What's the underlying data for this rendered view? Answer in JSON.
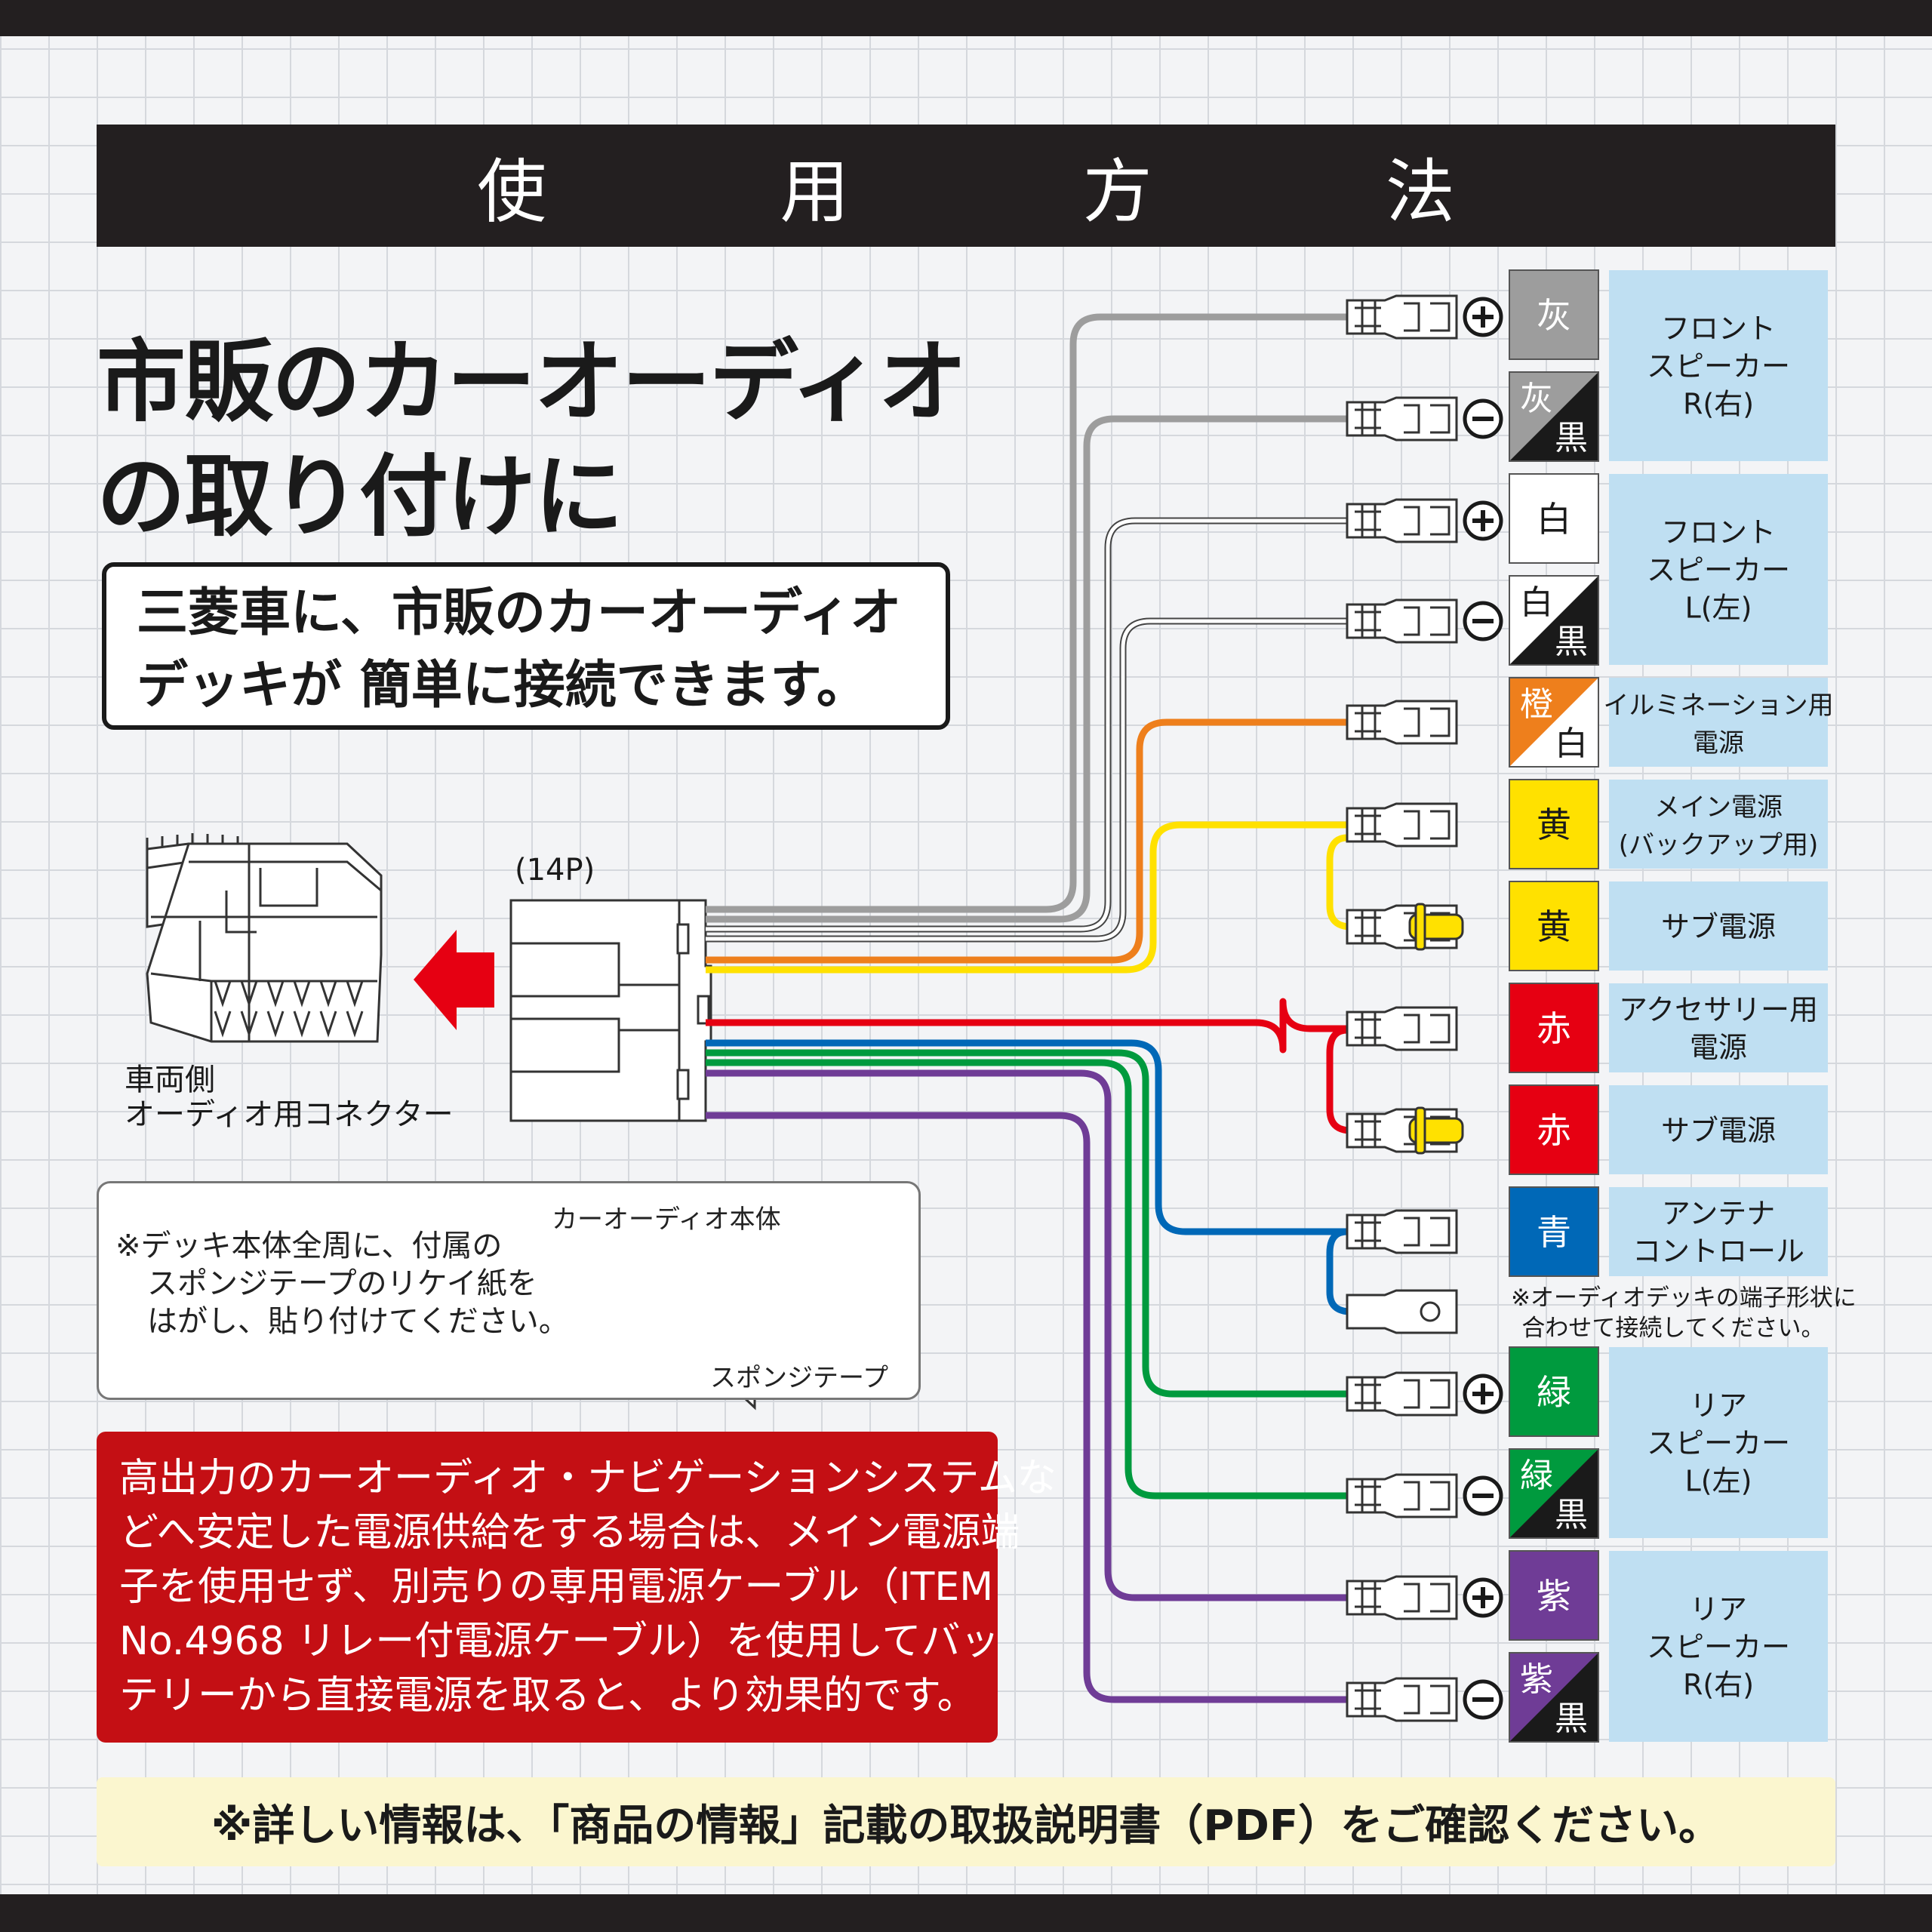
{
  "header": {
    "title": "使 用 方 法"
  },
  "headline": {
    "line1": "市販のカーオーディオ",
    "line2": "の取り付けに"
  },
  "highlight": {
    "line1": "三菱車に、市販のカーオーディオ",
    "line2": "デッキが 簡単に接続できます。"
  },
  "connector": {
    "pin_label": "(14P)",
    "vehicle_label_line1": "車両側",
    "vehicle_label_line2": "オーディオ用コネクター"
  },
  "install_note": {
    "line1": "※デッキ本体全周に、付属の",
    "line2": "スポンジテープのリケイ紙を",
    "line3": "はがし、貼り付けてください。",
    "deck_label": "カーオーディオ本体",
    "tape_label": "スポンジテープ"
  },
  "warning": {
    "lines": [
      "高出力のカーオーディオ・ナビゲーションシステムな",
      "どへ安定した電源供給をする場合は、メイン電源端",
      "子を使用せず、別売りの専用電源ケーブル（ITEM",
      "No.4968 リレー付電源ケーブル）を使用してバッ",
      "テリーから直接電源を取ると、より効果的です。"
    ]
  },
  "terminal_note": {
    "line1": "※オーディオデッキの端子形状に",
    "line2": "合わせて接続してください。"
  },
  "footer": {
    "text": "※詳しい情報は、「商品の情報」記載の取扱説明書（PDF）をご確認ください。"
  },
  "wires": [
    {
      "color_main": "灰",
      "color_sub": "",
      "polarity": "+",
      "hex": "#9d9d9d",
      "text_color": "#ffffff",
      "function": "フロント スピーカー R(右)"
    },
    {
      "color_main": "灰",
      "color_sub": "黒",
      "polarity": "-",
      "hex": "#9d9d9d",
      "text_color": "#ffffff",
      "function": "フロント スピーカー R(右)"
    },
    {
      "color_main": "白",
      "color_sub": "",
      "polarity": "+",
      "hex": "#ffffff",
      "text_color": "#1a1a1a",
      "function": "フロント スピーカー L(左)"
    },
    {
      "color_main": "白",
      "color_sub": "黒",
      "polarity": "-",
      "hex": "#ffffff",
      "text_color": "#1a1a1a",
      "function": "フロント スピーカー L(左)"
    },
    {
      "color_main": "橙",
      "color_sub": "白",
      "polarity": "",
      "hex": "#ee7f1c",
      "text_color": "#ffffff",
      "function": "イルミネーション用 電源"
    },
    {
      "color_main": "黄",
      "color_sub": "",
      "polarity": "",
      "hex": "#ffe100",
      "text_color": "#1a1a1a",
      "function": "メイン電源 (バックアップ用)"
    },
    {
      "color_main": "黄",
      "color_sub": "",
      "polarity": "",
      "hex": "#ffe100",
      "text_color": "#1a1a1a",
      "function": "サブ電源"
    },
    {
      "color_main": "赤",
      "color_sub": "",
      "polarity": "",
      "hex": "#e60012",
      "text_color": "#ffffff",
      "function": "アクセサリー用 電源"
    },
    {
      "color_main": "赤",
      "color_sub": "",
      "polarity": "",
      "hex": "#e60012",
      "text_color": "#ffffff",
      "function": "サブ電源"
    },
    {
      "color_main": "青",
      "color_sub": "",
      "polarity": "",
      "hex": "#0068b7",
      "text_color": "#ffffff",
      "function": "アンテナ コントロール"
    },
    {
      "color_main": "緑",
      "color_sub": "",
      "polarity": "+",
      "hex": "#009a3e",
      "text_color": "#ffffff",
      "function": "リア スピーカー L(左)"
    },
    {
      "color_main": "緑",
      "color_sub": "黒",
      "polarity": "-",
      "hex": "#009a3e",
      "text_color": "#ffffff",
      "function": "リア スピーカー L(左)"
    },
    {
      "color_main": "紫",
      "color_sub": "",
      "polarity": "+",
      "hex": "#6f3c96",
      "text_color": "#ffffff",
      "function": "リア スピーカー R(右)"
    },
    {
      "color_main": "紫",
      "color_sub": "黒",
      "polarity": "-",
      "hex": "#6f3c96",
      "text_color": "#ffffff",
      "function": "リア スピーカー R(右)"
    }
  ],
  "function_labels": [
    {
      "lines": [
        "フロント",
        "スピーカー",
        "R(右)"
      ]
    },
    {
      "lines": [
        "フロント",
        "スピーカー",
        "L(左)"
      ]
    },
    {
      "lines": [
        "イルミネーション用",
        "電源"
      ]
    },
    {
      "lines": [
        "メイン電源",
        "(バックアップ用)"
      ]
    },
    {
      "lines": [
        "サブ電源"
      ]
    },
    {
      "lines": [
        "アクセサリー用",
        "電源"
      ]
    },
    {
      "lines": [
        "サブ電源"
      ]
    },
    {
      "lines": [
        "アンテナ",
        "コントロール"
      ]
    },
    {
      "lines": [
        "リア",
        "スピーカー",
        "L(左)"
      ]
    },
    {
      "lines": [
        "リア",
        "スピーカー",
        "R(右)"
      ]
    }
  ]
}
